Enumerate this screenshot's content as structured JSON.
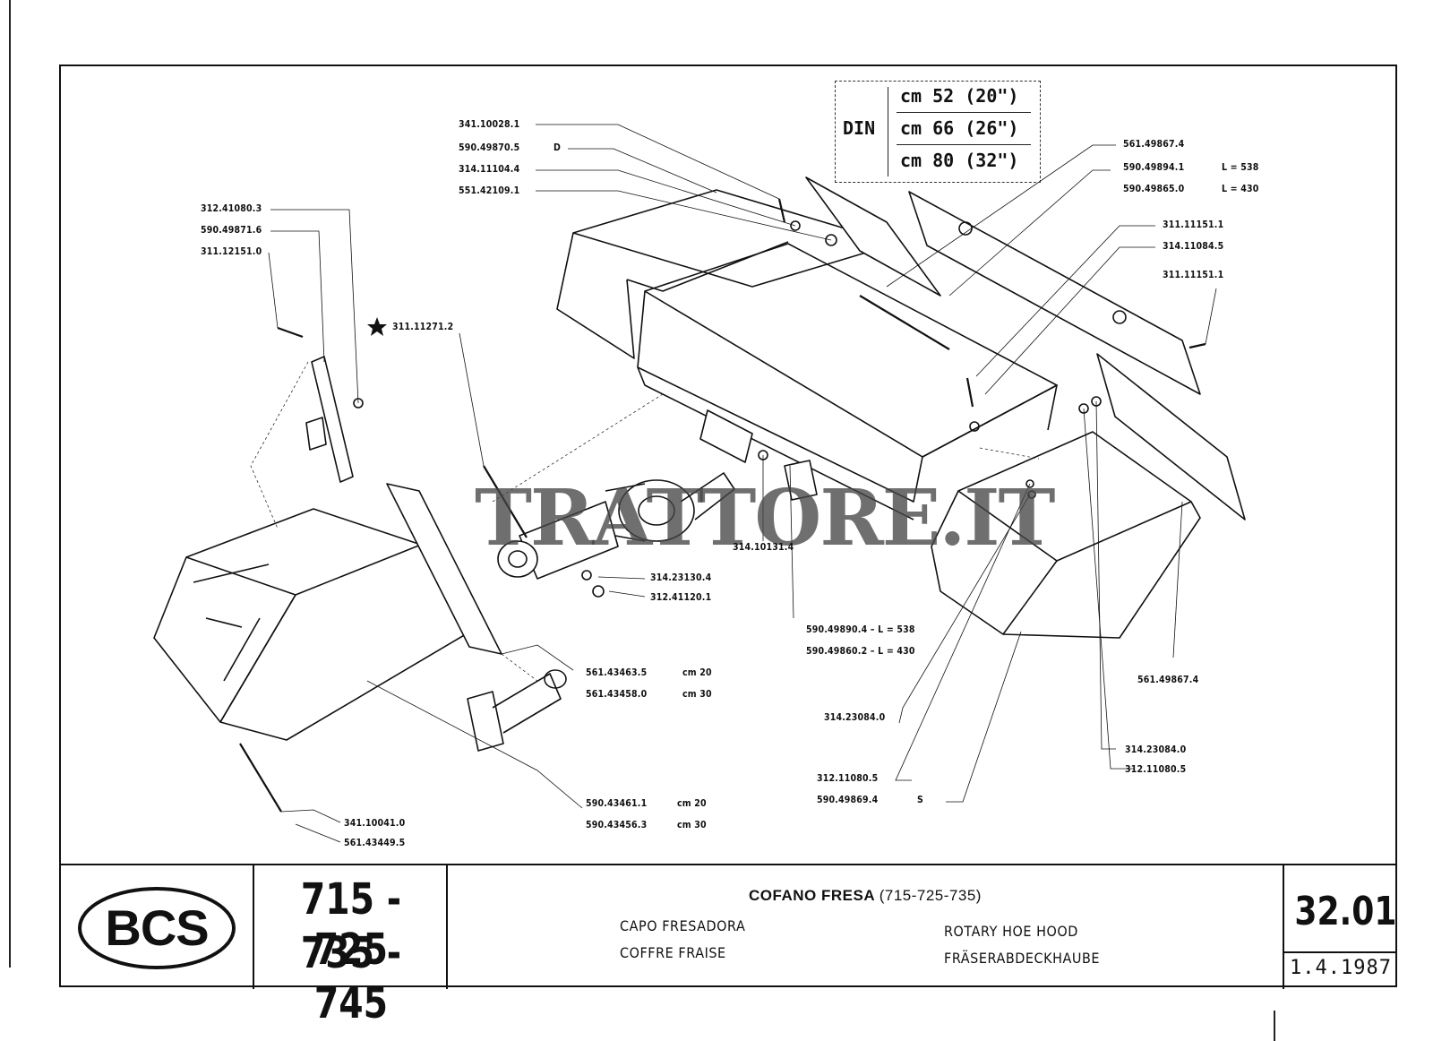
{
  "din": {
    "label": "DIN",
    "sizes": [
      "cm 52 (20\")",
      "cm 66 (26\")",
      "cm 80 (32\")"
    ]
  },
  "watermark": "TRATTORE.IT",
  "labels": {
    "l1": "341.10028.1",
    "l2": "590.49870.5",
    "l2b": "D",
    "l3": "314.11104.4",
    "l4": "551.42109.1",
    "l5": "312.41080.3",
    "l6": "590.49871.6",
    "l7": "311.12151.0",
    "l8": "311.11271.2",
    "l9": "561.49867.4",
    "l10": "590.49894.1",
    "l10b": "L = 538",
    "l11": "590.49865.0",
    "l11b": "L = 430",
    "l12": "311.11151.1",
    "l13": "314.11084.5",
    "l14": "311.11151.1",
    "l15": "314.10131.4",
    "l16": "314.23130.4",
    "l17": "312.41120.1",
    "l18": "590.49890.4 – L = 538",
    "l19": "590.49860.2 – L = 430",
    "l20": "561.43463.5",
    "l20b": "cm  20",
    "l21": "561.43458.0",
    "l21b": "cm  30",
    "l22": "561.49867.4",
    "l23": "314.23084.0",
    "l24": "314.23084.0",
    "l25": "312.11080.5",
    "l26": "312.11080.5",
    "l27": "590.49869.4",
    "l27b": "S",
    "l28": "590.43461.1",
    "l28b": "cm  20",
    "l29": "590.43456.3",
    "l29b": "cm  30",
    "l30": "341.10041.0",
    "l31": "561.43449.5"
  },
  "titleblock": {
    "brand": "BCS",
    "models_line1": "715 - 725",
    "models_line2": "735 - 745",
    "title_main": "COFANO FRESA",
    "title_models": "(715-725-735)",
    "it": "CAPO FRESADORA",
    "fr": "COFFRE FRAISE",
    "en": "ROTARY HOE HOOD",
    "de": "FRÄSERABDECKHAUBE",
    "page": "32.01",
    "date": "1.4.1987"
  }
}
